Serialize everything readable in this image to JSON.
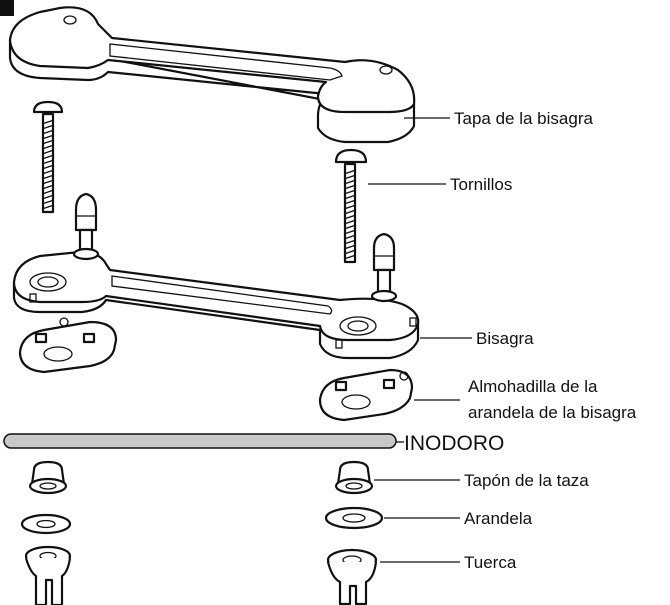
{
  "labels": {
    "hinge_cap": "Tapa de la bisagra",
    "screws": "Tornillos",
    "hinge": "Bisagra",
    "washer_pad_line1": "Almohadilla de la",
    "washer_pad_line2": "arandela de la bisagra",
    "toilet": "INODORO",
    "bowl_plug": "Tapón de la taza",
    "washer": "Arandela",
    "nut": "Tuerca"
  },
  "colors": {
    "line": "#111111",
    "toilet_bar": "#c8c8c8",
    "corner_tab": "#111111"
  }
}
